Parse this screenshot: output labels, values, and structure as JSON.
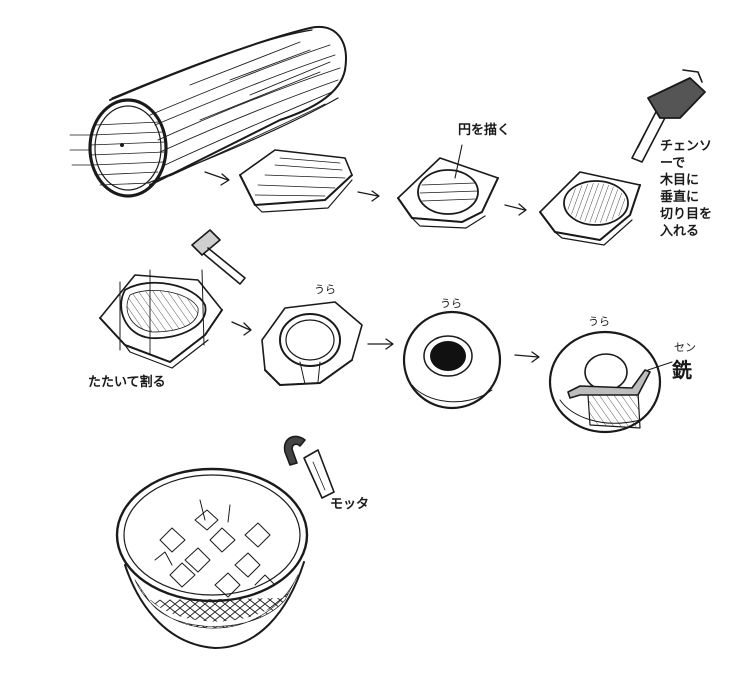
{
  "labels": {
    "draw_circle": "円を描く",
    "chainsaw_lines": [
      "チェンソーで",
      "木目に",
      "垂直に",
      "切り目を",
      "入れる"
    ],
    "tap_split": "たたいて割る",
    "ura_1": "うら",
    "ura_2": "うら",
    "ura_3": "うら",
    "sen_reading": "セン",
    "sen_kanji": "銑",
    "motta": "モッタ"
  },
  "colors": {
    "ink": "#1a1a1a",
    "paper": "#ffffff"
  },
  "icons": {
    "hammer": "hammer-icon",
    "chainsaw": "chainsaw-icon",
    "motta_tool": "motta-tool-icon",
    "sen_blade": "sen-blade-icon"
  }
}
